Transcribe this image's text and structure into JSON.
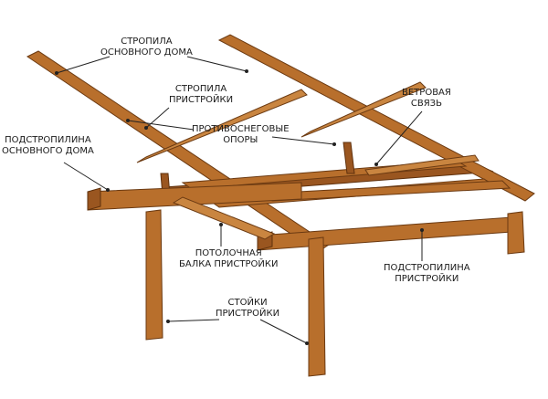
{
  "labels": {
    "main_rafters": [
      "СТРОПИЛА",
      "ОСНОВНОГО ДОМА"
    ],
    "annex_rafters": [
      "СТРОПИЛА",
      "ПРИСТРОЙКИ"
    ],
    "wind_brace": [
      "ВЕТРОВАЯ",
      "СВЯЗЬ"
    ],
    "anti_snow": [
      "ПРОТИВОСНЕГОВЫЕ",
      "ОПОРЫ"
    ],
    "main_wall_plate": [
      "ПОДСТРОПИЛИНА",
      "ОСНОВНОГО ДОМА"
    ],
    "ceiling_beam": [
      "ПОТОЛОЧНАЯ",
      "БАЛКА ПРИСТРОЙКИ"
    ],
    "annex_wall_plate": [
      "ПОДСТРОПИЛИНА",
      "ПРИСТРОЙКИ"
    ],
    "annex_posts": [
      "СТОЙКИ",
      "ПРИСТРОЙКИ"
    ]
  },
  "colors": {
    "wood": "#b86f2c",
    "wood_dark": "#9a5620",
    "outline": "#6b3a12",
    "text": "#1a1a1a"
  }
}
